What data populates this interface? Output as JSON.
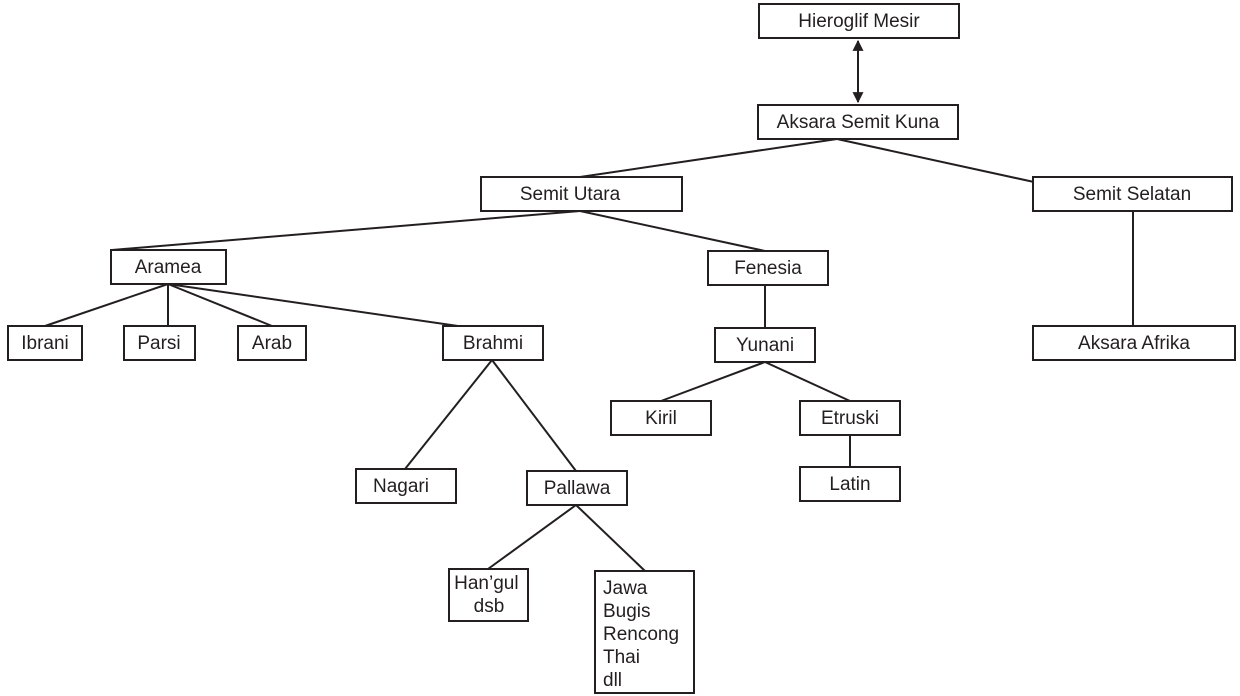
{
  "diagram": {
    "nodes": {
      "hieroglif": "Hieroglif Mesir",
      "semit_kuna": "Aksara Semit Kuna",
      "semit_utara": "Semit Utara",
      "semit_selatan": "Semit Selatan",
      "aramea": "Aramea",
      "fenesia": "Fenesia",
      "ibrani": "Ibrani",
      "parsi": "Parsi",
      "arab": "Arab",
      "brahmi": "Brahmi",
      "yunani": "Yunani",
      "aksara_afrika": "Aksara Afrika",
      "kiril": "Kiril",
      "etruski": "Etruski",
      "nagari": "Nagari",
      "pallawa": "Pallawa",
      "latin": "Latin",
      "hangul": [
        "Han’gul",
        "dsb"
      ],
      "jawa": [
        "Jawa",
        "Bugis",
        "Rencong",
        "Thai",
        "dll"
      ]
    },
    "colors": {
      "line": "#231f20",
      "box_fill": "#ffffff"
    }
  }
}
